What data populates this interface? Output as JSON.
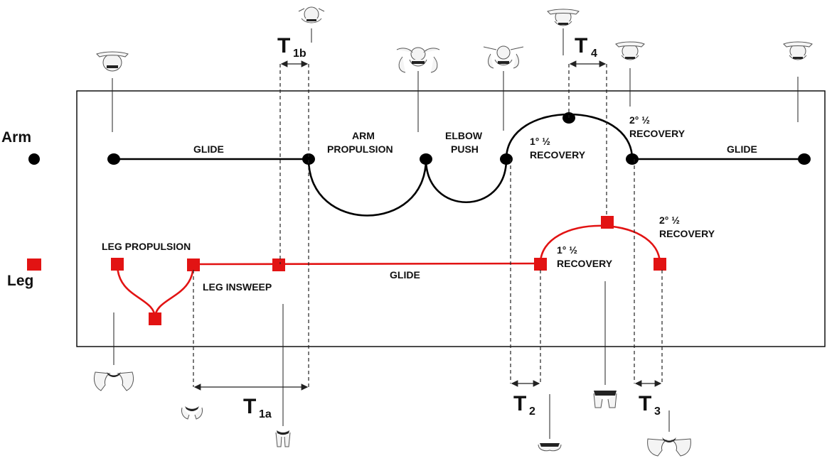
{
  "legend": {
    "arm_label": "Arm",
    "leg_label": "Leg"
  },
  "arm_phases": {
    "glide_start": "GLIDE",
    "arm_propulsion_1": "ARM",
    "arm_propulsion_2": "PROPULSION",
    "elbow_push_1": "ELBOW",
    "elbow_push_2": "PUSH",
    "first_recovery_1": "1° ½",
    "first_recovery_2": "RECOVERY",
    "second_recovery_1": "2° ½",
    "second_recovery_2": "RECOVERY",
    "glide_end": "GLIDE"
  },
  "leg_phases": {
    "leg_propulsion": "LEG PROPULSION",
    "leg_insweep": "LEG INSWEEP",
    "glide": "GLIDE",
    "first_recovery_1": "1° ½",
    "first_recovery_2": "RECOVERY",
    "second_recovery_1": "2° ½",
    "second_recovery_2": "RECOVERY"
  },
  "time_markers": {
    "t1a": {
      "main": "T",
      "sub": "1a"
    },
    "t1b": {
      "main": "T",
      "sub": "1b"
    },
    "t2": {
      "main": "T",
      "sub": "2"
    },
    "t3": {
      "main": "T",
      "sub": "3"
    },
    "t4": {
      "main": "T",
      "sub": "4"
    }
  },
  "colors": {
    "arm": "#000000",
    "leg": "#e21313",
    "frame": "#000000"
  },
  "icons": {
    "swimmer_top": "swimmer-arms-icon",
    "swimmer_bottom": "swimmer-legs-icon"
  }
}
